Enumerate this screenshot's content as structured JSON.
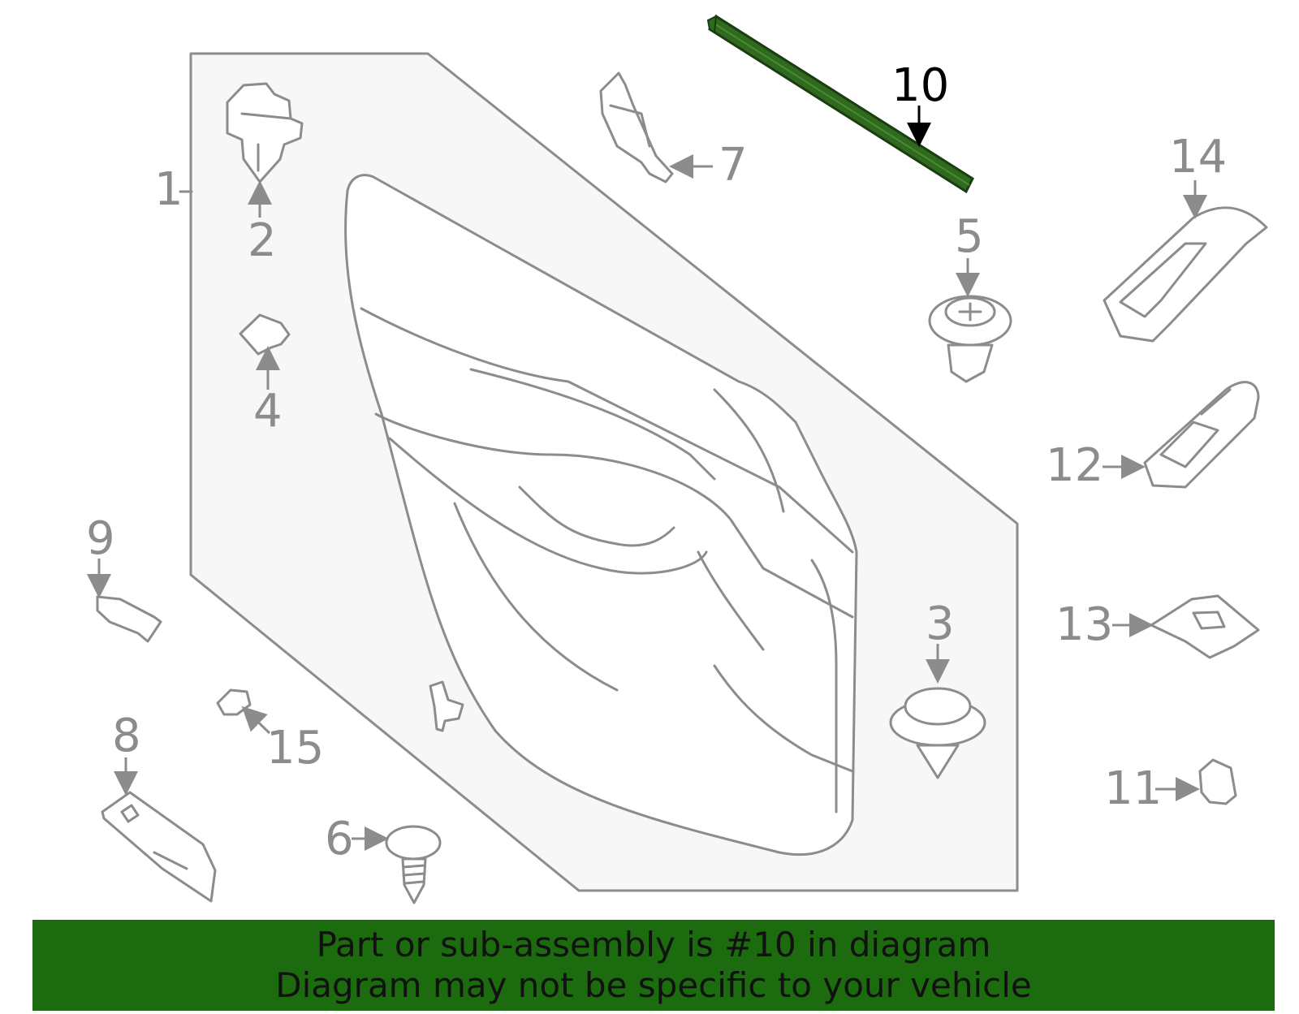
{
  "diagram": {
    "highlighted_part": "10",
    "highlight_color": "#2f6a1f",
    "callouts": [
      {
        "id": "callout-1",
        "label": "1"
      },
      {
        "id": "callout-2",
        "label": "2"
      },
      {
        "id": "callout-3",
        "label": "3"
      },
      {
        "id": "callout-4",
        "label": "4"
      },
      {
        "id": "callout-5",
        "label": "5"
      },
      {
        "id": "callout-6",
        "label": "6"
      },
      {
        "id": "callout-7",
        "label": "7"
      },
      {
        "id": "callout-8",
        "label": "8"
      },
      {
        "id": "callout-9",
        "label": "9"
      },
      {
        "id": "callout-10",
        "label": "10"
      },
      {
        "id": "callout-11",
        "label": "11"
      },
      {
        "id": "callout-12",
        "label": "12"
      },
      {
        "id": "callout-13",
        "label": "13"
      },
      {
        "id": "callout-14",
        "label": "14"
      },
      {
        "id": "callout-15",
        "label": "15"
      }
    ]
  },
  "banner": {
    "background": "#1d6b0f",
    "line1": "Part or sub-assembly is #10 in diagram",
    "line2": "Diagram may not be specific to your vehicle"
  }
}
